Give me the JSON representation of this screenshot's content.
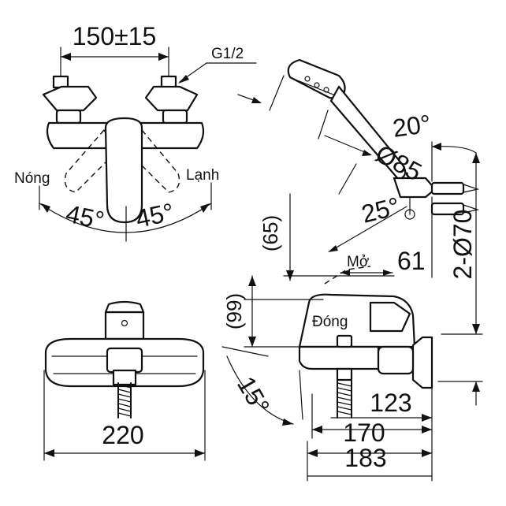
{
  "dimensions": {
    "spacing": "150±15",
    "thread": "G1/2",
    "swing_left": "45°",
    "swing_right": "45°",
    "width_front": "220",
    "shower_angle": "20°",
    "shower_diameter": "Ø85",
    "holder_angle": "25°",
    "height_65": "(65)",
    "height_99": "(99)",
    "height_61": "61",
    "hole_spacing": "2-Ø70",
    "spout_angle": "15°",
    "depth_123": "123",
    "depth_170": "170",
    "depth_183": "183"
  },
  "labels": {
    "hot": "Nóng",
    "cold": "Lạnh",
    "open": "Mở",
    "closed": "Đóng"
  }
}
